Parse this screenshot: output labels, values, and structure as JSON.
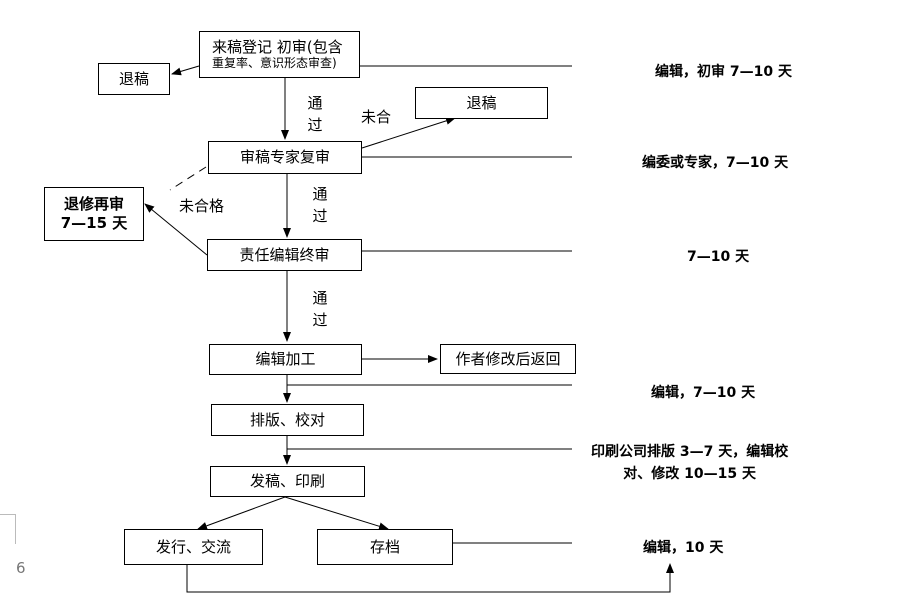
{
  "nodes": {
    "register": {
      "line1": "来稿登记 初审(包含",
      "line2": "重复率、意识形态审查)"
    },
    "reject_left": "退稿",
    "reject_right": "退稿",
    "expert": "审稿专家复审",
    "revise": {
      "line1": "退修再审",
      "line2": "7—15 天"
    },
    "final_review": "责任编辑终审",
    "editing": "编辑加工",
    "author_return": "作者修改后返回",
    "typeset": "排版、校对",
    "print": "发稿、印刷",
    "distribute": "发行、交流",
    "archive": "存档"
  },
  "labels": {
    "pass1": [
      "通",
      "过"
    ],
    "pass2": [
      "通",
      "过"
    ],
    "pass3": [
      "通",
      "过"
    ],
    "not_ok": "未合",
    "not_qualified": "未合格"
  },
  "timeline": {
    "t1": "编辑，初审 7—10 天",
    "t2": "编委或专家，7—10 天",
    "t3": "7—10 天",
    "t4": "编辑，7—10 天",
    "t5_line1": "印刷公司排版 3—7 天，编辑校",
    "t5_line2": "对、修改 10—15 天",
    "t6": "编辑，10 天"
  },
  "page_number": "6"
}
